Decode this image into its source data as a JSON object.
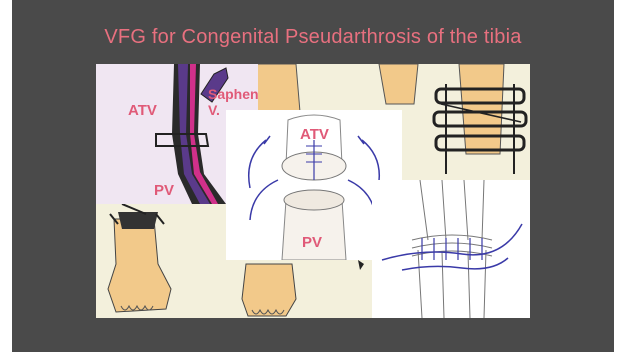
{
  "slide": {
    "title": "VFG for Congenital Pseudarthrosis of the tibia"
  },
  "labels": {
    "atv_left": "ATV",
    "saphenous": "Saphenus V.",
    "pv_left": "PV",
    "atv_center": "ATV",
    "pv_center": "PV"
  },
  "colors": {
    "slide_bg": "#4a4a4a",
    "title": "#e8707f",
    "label": "#e05a78",
    "vessel_purple": "#5a3a8a",
    "vessel_pink": "#d0308a",
    "suture_blue": "#3a3aa8"
  }
}
